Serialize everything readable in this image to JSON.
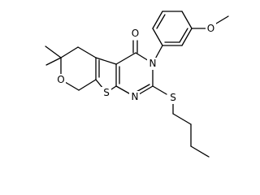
{
  "structure": {
    "atoms": {
      "carbonyl_oxygen": "O",
      "ring_nitrogen_3": "N",
      "ring_nitrogen_1": "N",
      "thiophene_sulfur": "S",
      "pyran_oxygen": "O",
      "thioether_sulfur": "S",
      "methoxy_oxygen": "O"
    }
  }
}
